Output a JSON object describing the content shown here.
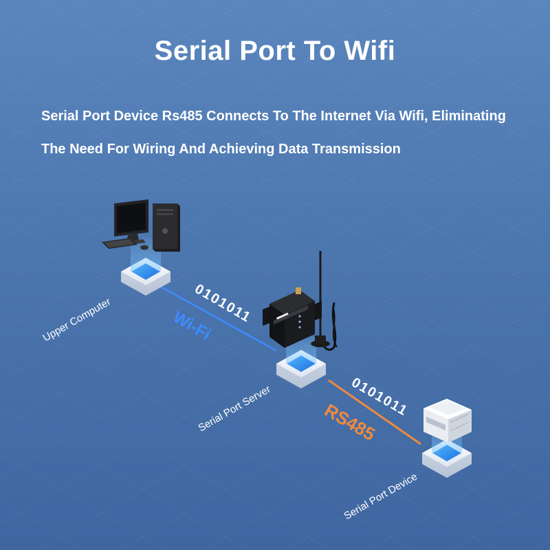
{
  "title": "Serial Port To Wifi",
  "subtitle_lines": [
    "Serial Port Device Rs485 Connects To The Internet Via Wifi, Eliminating",
    "The Need For Wiring And Achieving Data Transmission"
  ],
  "nodes": {
    "upper_computer": "Upper Computer",
    "serial_port_server": "Serial Port Server",
    "serial_port_device": "Serial Port Device"
  },
  "links": {
    "wifi": {
      "protocol": "Wi-Fi",
      "bits": "0101011",
      "color": "#3d8cff"
    },
    "rs485": {
      "protocol": "RS485",
      "bits": "0101011",
      "color": "#f08a3c"
    }
  }
}
